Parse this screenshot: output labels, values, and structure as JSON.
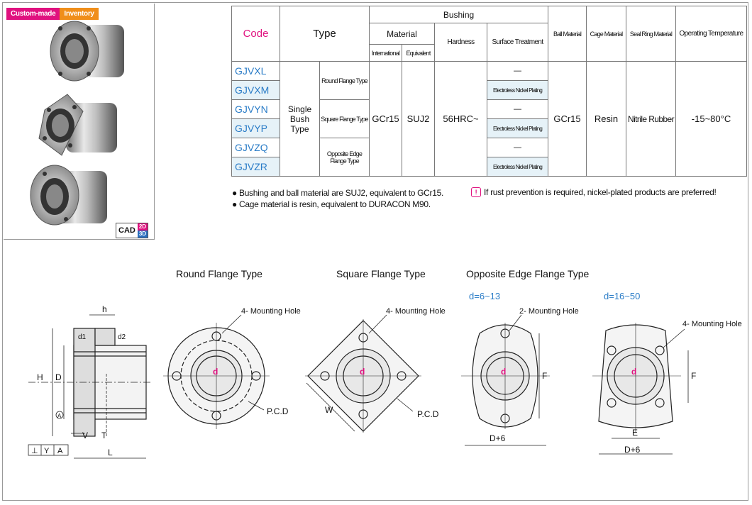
{
  "badges": {
    "custom_made": "Custom-made",
    "inventory": "Inventory"
  },
  "cad": {
    "label": "CAD",
    "d2": "2D",
    "d3": "3D"
  },
  "table": {
    "headers": {
      "code": "Code",
      "type": "Type",
      "bushing": "Bushing",
      "material": "Material",
      "international": "International",
      "equivalent": "Equivalent",
      "hardness": "Hardness",
      "surface_treatment": "Surface Treatment",
      "ball_material": "Ball Material",
      "cage_material": "Cage Material",
      "seal_ring_material": "Seal Ring Material",
      "operating_temperature": "Operating Temperature"
    },
    "codes": [
      "GJVXL",
      "GJVXM",
      "GJVYN",
      "GJVYP",
      "GJVZQ",
      "GJVZR"
    ],
    "type_main": "Single Bush Type",
    "subtypes": [
      "Round Flange Type",
      "Square Flange Type",
      "Opposite Edge Flange Type"
    ],
    "international": "GCr15",
    "equivalent": "SUJ2",
    "hardness": "56HRC~",
    "surface": [
      "—",
      "Electroless Nickel Plating",
      "—",
      "Electroless Nickel Plating",
      "—",
      "Electroless Nickel Plating"
    ],
    "ball_material": "GCr15",
    "cage_material": "Resin",
    "seal_ring_material": "Nitrile Rubber",
    "operating_temperature": "-15~80°C"
  },
  "notes": [
    "Bushing and ball material are SUJ2, equivalent to GCr15.",
    "Cage material is resin, equivalent to DURACON M90."
  ],
  "warning": {
    "icon": "!",
    "text": "If rust prevention is required, nickel-plated products are preferred!"
  },
  "drawings": {
    "round_title": "Round Flange Type",
    "square_title": "Square Flange Type",
    "opposite_title": "Opposite Edge Flange Type",
    "d_small": "d=6~13",
    "d_large": "d=16~50",
    "mounting4": "4- Mounting Hole",
    "mounting2": "2- Mounting Hole",
    "pcd": "P.C.D",
    "d": "d",
    "w": "W",
    "f": "F",
    "e": "E",
    "d6": "D+6",
    "h": "h",
    "H": "H",
    "D": "D",
    "d1": "d1",
    "d2": "d2",
    "V": "V",
    "T": "T",
    "L": "L",
    "A": "A",
    "datum": [
      "⊥",
      "Y",
      "A"
    ]
  }
}
